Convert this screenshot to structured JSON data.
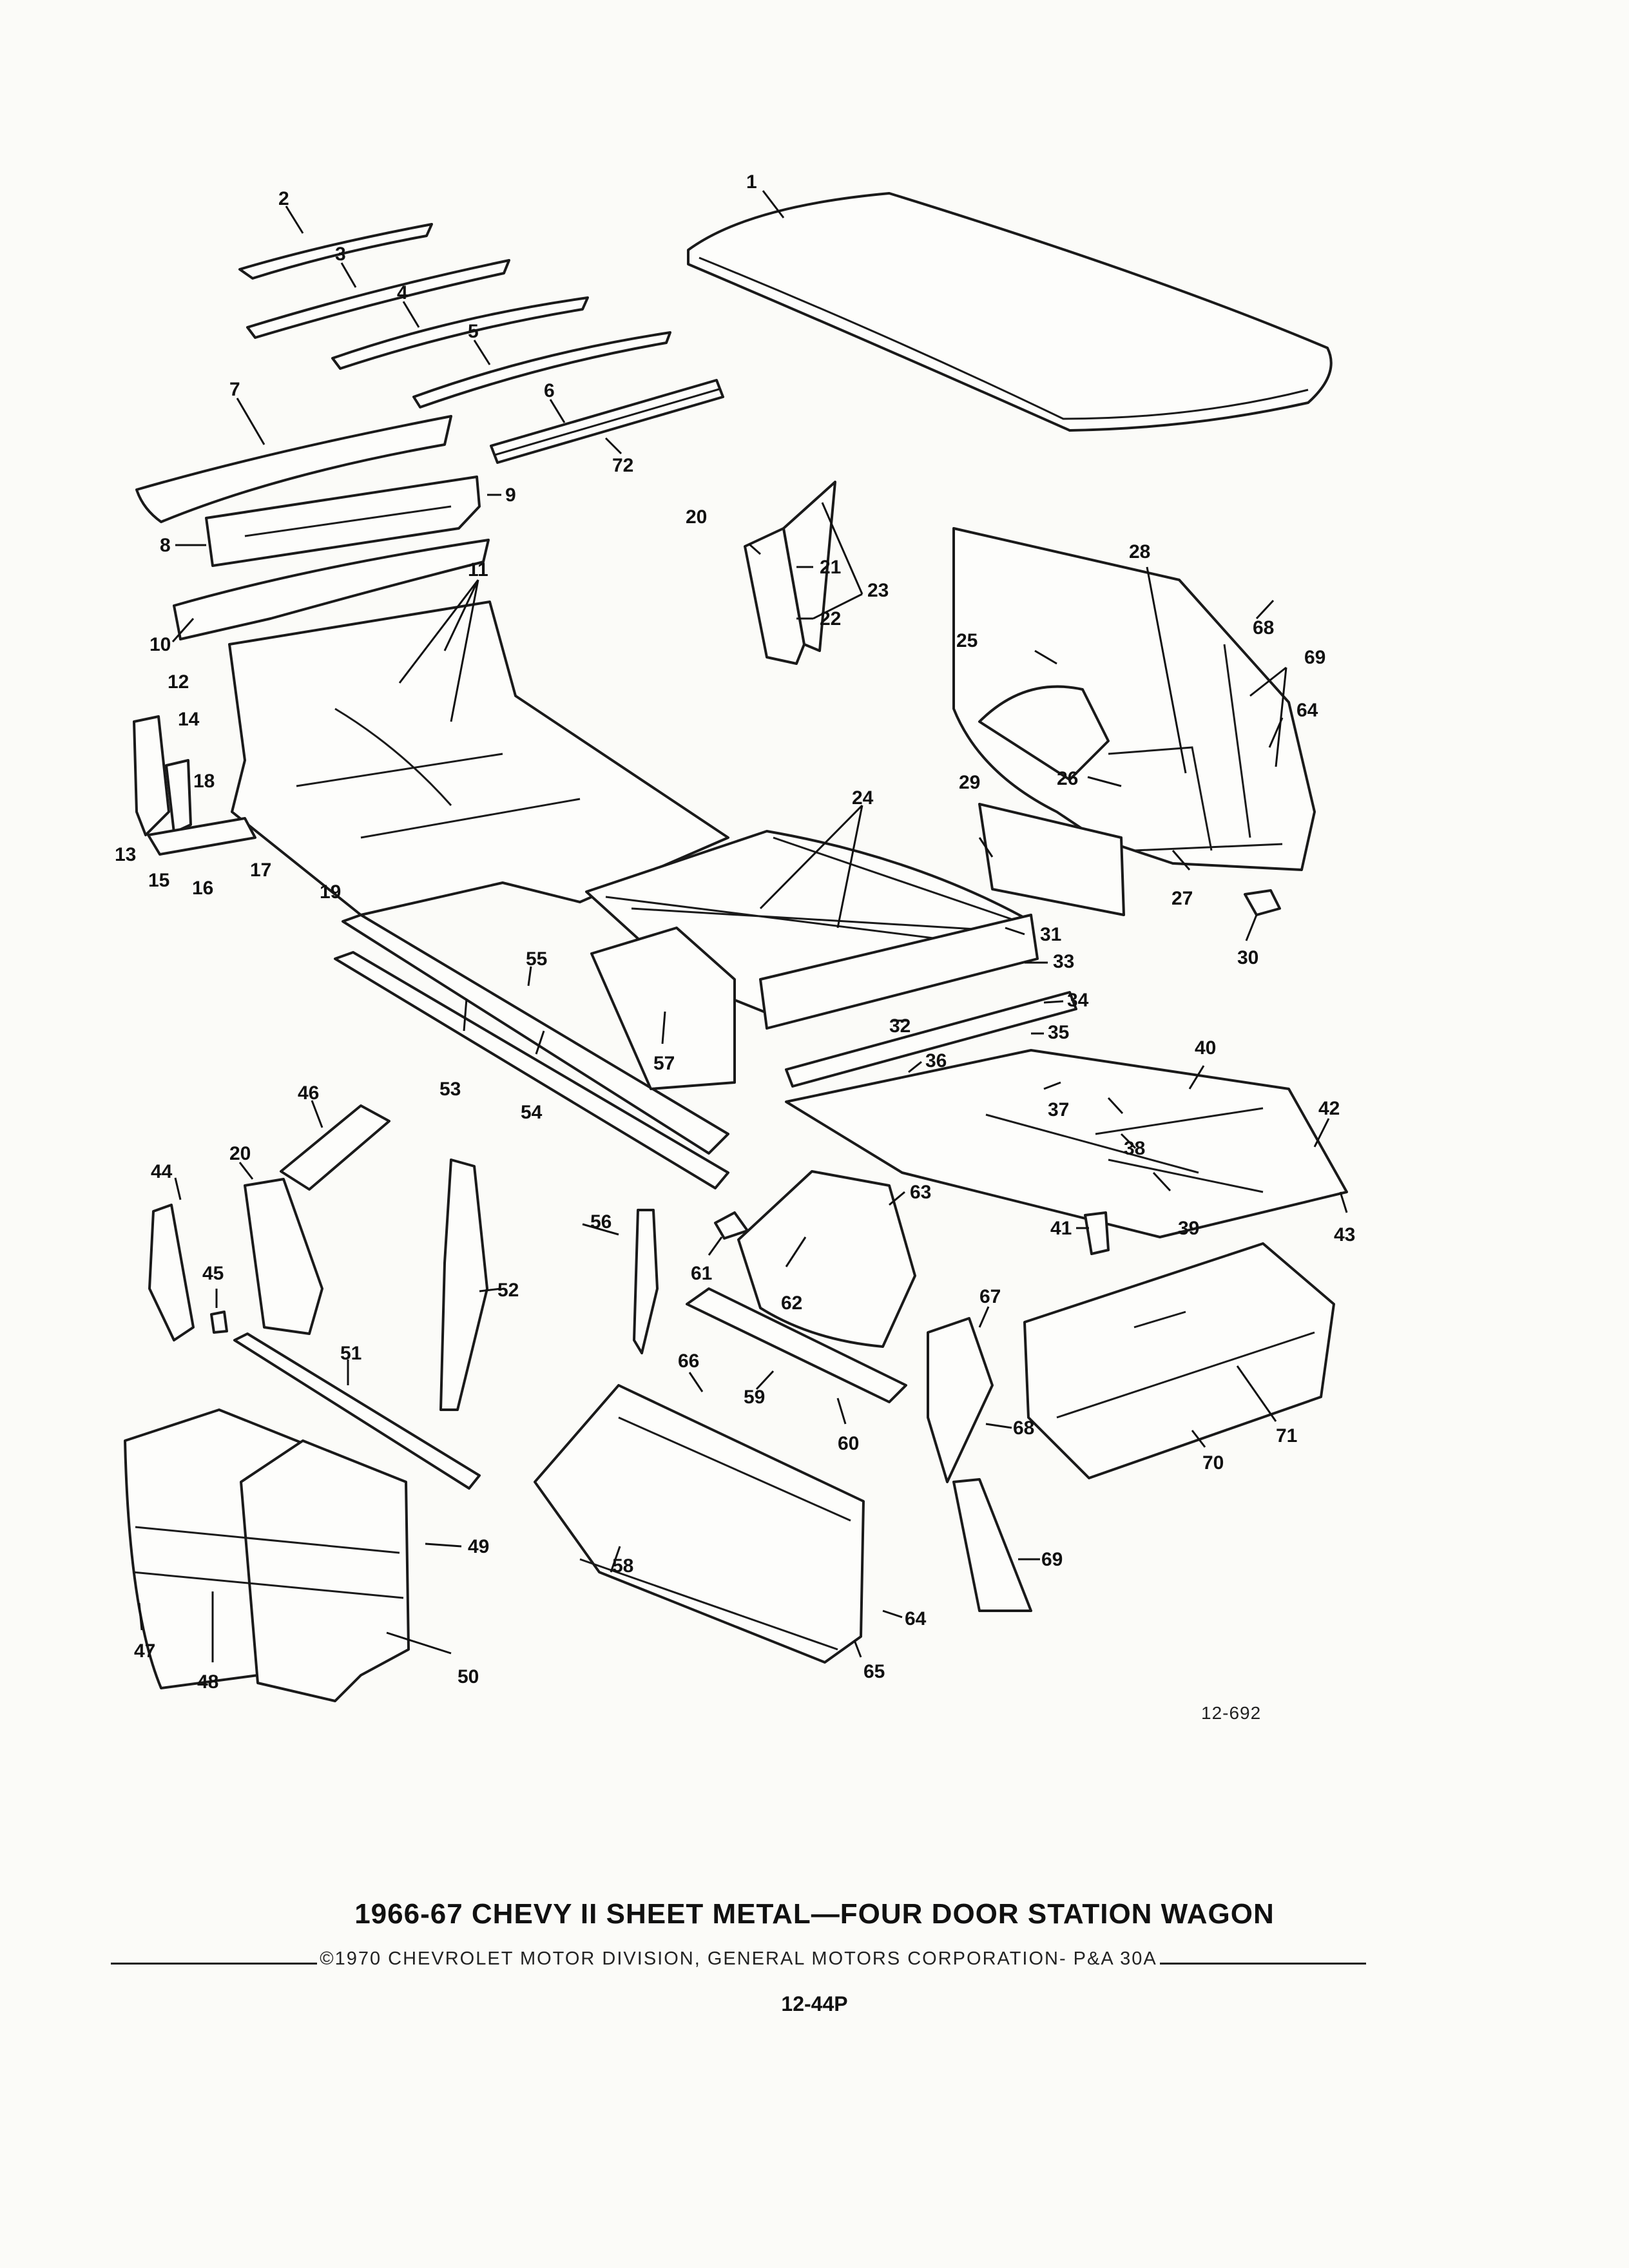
{
  "document": {
    "figure_number": "12-692",
    "title": "1966-67 CHEVY II SHEET METAL—FOUR DOOR STATION WAGON",
    "copyright": "©1970 CHEVROLET MOTOR DIVISION, GENERAL MOTORS CORPORATION- P&A 30A",
    "page_code": "12-44P"
  },
  "diagram": {
    "callouts": [
      "1",
      "2",
      "3",
      "4",
      "5",
      "6",
      "7",
      "8",
      "9",
      "10",
      "11",
      "12",
      "13",
      "14",
      "15",
      "16",
      "17",
      "18",
      "19",
      "20",
      "20",
      "21",
      "22",
      "23",
      "24",
      "25",
      "26",
      "27",
      "28",
      "29",
      "30",
      "31",
      "32",
      "33",
      "34",
      "35",
      "36",
      "37",
      "38",
      "39",
      "40",
      "41",
      "42",
      "43",
      "44",
      "45",
      "46",
      "47",
      "48",
      "49",
      "50",
      "51",
      "52",
      "53",
      "54",
      "55",
      "56",
      "57",
      "58",
      "59",
      "60",
      "61",
      "62",
      "63",
      "64",
      "64",
      "65",
      "66",
      "67",
      "68",
      "68",
      "69",
      "69",
      "70",
      "71",
      "72"
    ]
  }
}
